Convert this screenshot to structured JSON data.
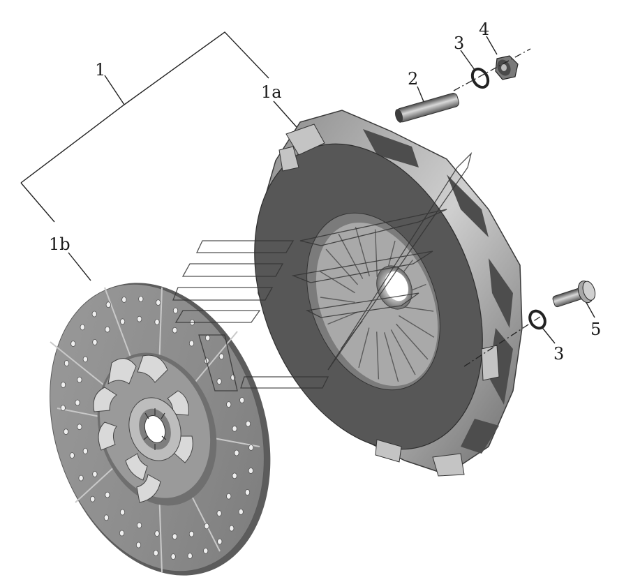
{
  "callouts": {
    "assembly": "1",
    "pressure_plate": "1a",
    "clutch_disc": "1b",
    "stud": "2",
    "washer_top": "3",
    "washer_bottom": "3",
    "nut": "4",
    "bolt": "5"
  }
}
